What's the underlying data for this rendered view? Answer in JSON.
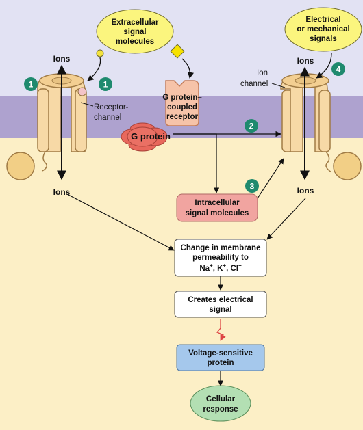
{
  "labels": {
    "ions_top_left": "Ions",
    "ions_bottom_left": "Ions",
    "ions_top_right": "Ions",
    "ions_bottom_right": "Ions",
    "extracellular_line1": "Extracellular",
    "extracellular_line2": "signal",
    "extracellular_line3": "molecules",
    "electrical_line1": "Electrical",
    "electrical_line2": "or mechanical",
    "electrical_line3": "signals",
    "receptor_channel_line1": "Receptor-",
    "receptor_channel_line2": "channel",
    "ion_channel_line1": "Ion",
    "ion_channel_line2": "channel",
    "gpcr_line1": "G protein–",
    "gpcr_line2": "coupled",
    "gpcr_line3": "receptor",
    "g_protein": "G protein",
    "intracellular_line1": "Intracellular",
    "intracellular_line2": "signal molecules"
  },
  "badges": {
    "b1a": "1",
    "b1b": "1",
    "b2": "2",
    "b3": "3",
    "b4": "4"
  },
  "flow": {
    "change_line1": "Change in membrane",
    "change_line2": "permeability to",
    "na": "Na",
    "k": "K",
    "cl": "Cl",
    "plus": "+",
    "minus": "−",
    "sep": ", ",
    "creates_line1": "Creates electrical",
    "creates_line2": "signal",
    "voltage_line1": "Voltage-sensitive",
    "voltage_line2": "protein",
    "cellular_line1": "Cellular",
    "cellular_line2": "response"
  },
  "colors": {
    "extracellular_bg": "#e2e2f3",
    "membrane": "#aea2cf",
    "cytoplasm": "#fcefc6",
    "channel_fill": "#f7d9a6",
    "channel_stroke": "#a07b45",
    "badge": "#1f8a6e",
    "signal_bubble": "#fbf57e",
    "g_protein": "#e8685c",
    "gpcr_fill": "#f6c3a9",
    "intracellular_fill": "#f1a4a0",
    "voltage_fill": "#a5c8ec",
    "cellular_fill": "#b3dfb3",
    "ligand_circle": "#f3e23c",
    "ligand_diamond": "#f7e200"
  }
}
